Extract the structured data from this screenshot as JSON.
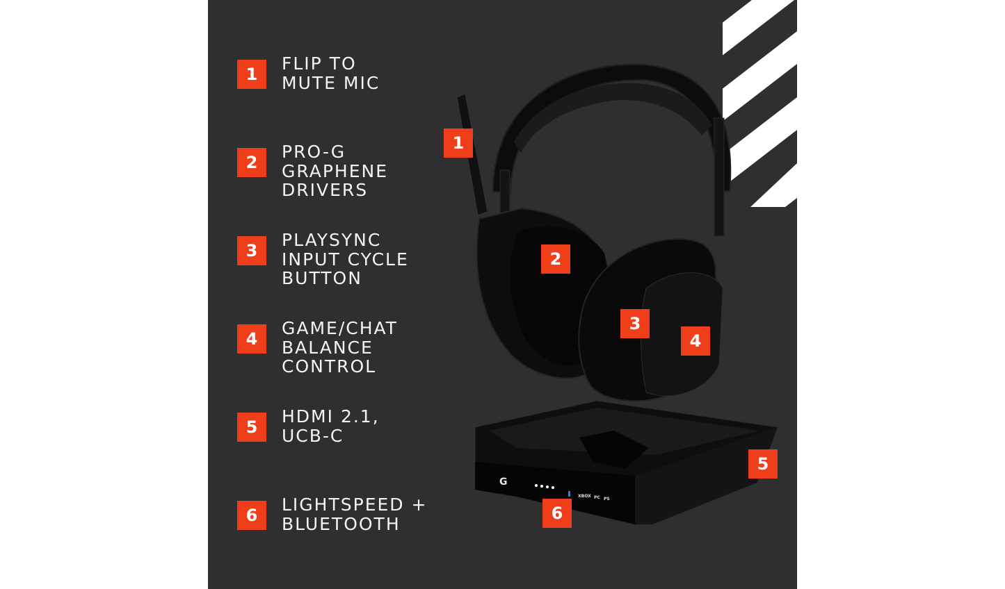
{
  "features": [
    {
      "number": "1",
      "label": "FLIP TO\nMUTE MIC"
    },
    {
      "number": "2",
      "label": "PRO-G\nGRAPHENE\nDRIVERS"
    },
    {
      "number": "3",
      "label": "PLAYSYNC\nINPUT CYCLE\nBUTTON"
    },
    {
      "number": "4",
      "label": "GAME/CHAT\nBALANCE\nCONTROL"
    },
    {
      "number": "5",
      "label": "HDMI 2.1,\nUCB-C"
    },
    {
      "number": "6",
      "label": "LIGHTSPEED +\nBLUETOOTH"
    }
  ],
  "callouts": [
    "1",
    "2",
    "3",
    "4",
    "5",
    "6"
  ],
  "base_station": {
    "logo": "G",
    "indicators": [
      "XBOX",
      "PC",
      "PS"
    ],
    "bluetooth_icon": "bluetooth-icon"
  },
  "colors": {
    "accent": "#ee3e1a",
    "panel": "#2f2e30",
    "text": "#f4f4f4"
  }
}
